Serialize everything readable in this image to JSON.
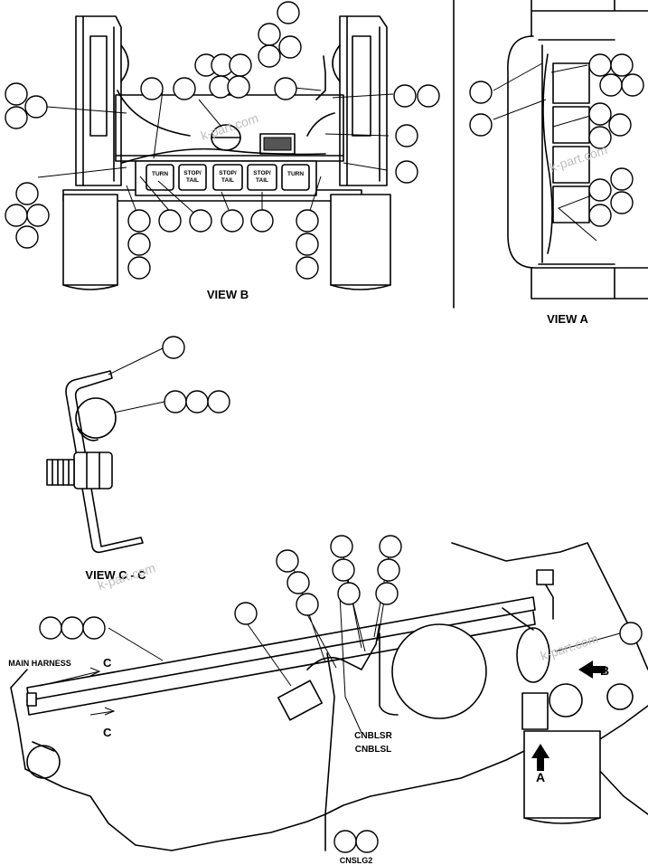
{
  "views": {
    "view_b": "VIEW B",
    "view_a": "VIEW A",
    "view_cc": "VIEW C - C"
  },
  "lamps": {
    "turn_left": "TURN",
    "stop_tail_1a": "STOP/",
    "stop_tail_1b": "TAIL",
    "stop_tail_2a": "STOP/",
    "stop_tail_2b": "TAIL",
    "stop_tail_3a": "STOP/",
    "stop_tail_3b": "TAIL",
    "turn_right": "TURN"
  },
  "labels": {
    "main_harness": "MAIN HARNESS",
    "section_c_top": "C",
    "section_c_bottom": "C",
    "cnblsr": "CNBLSR",
    "cnblsl": "CNBLSL",
    "cnslg2": "CNSLG2",
    "view_a_arrow": "A",
    "view_b_arrow": "B"
  },
  "watermark": "k-part.com"
}
